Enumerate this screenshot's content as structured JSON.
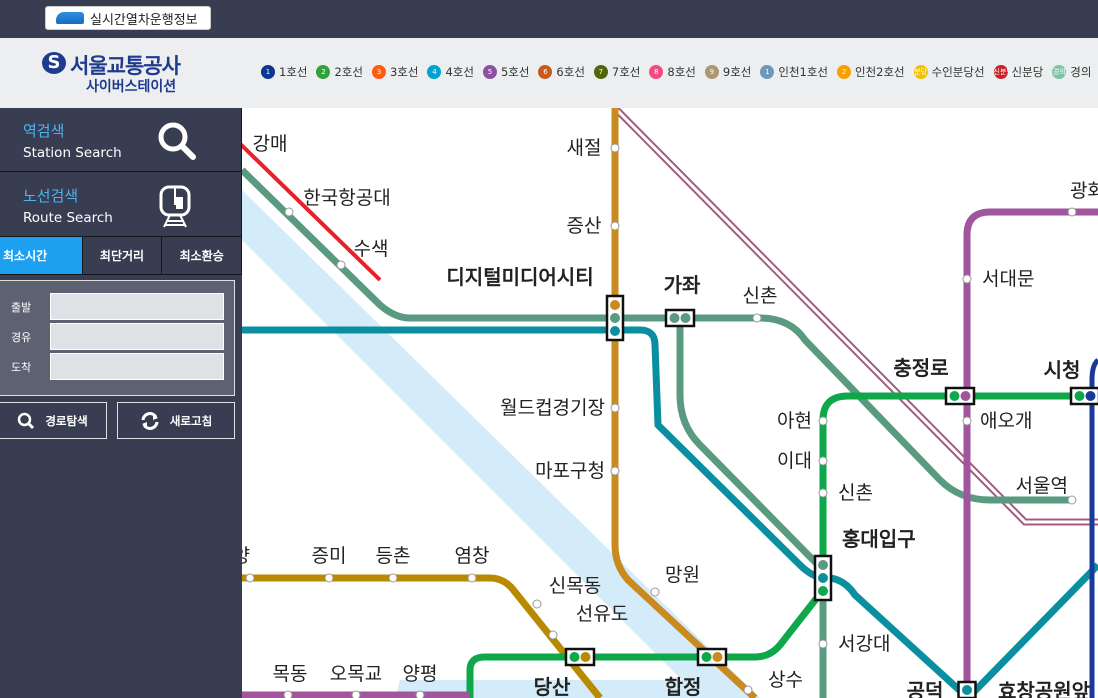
{
  "topbar": {
    "realtime_button": "실시간열차운행정보"
  },
  "logo": {
    "name": "서울교통공사",
    "subtitle": "사이버스테이션",
    "mark": "S"
  },
  "legend": [
    {
      "num": "1",
      "label": "1호선",
      "color": "#0d3692"
    },
    {
      "num": "2",
      "label": "2호선",
      "color": "#33a23d"
    },
    {
      "num": "3",
      "label": "3호선",
      "color": "#fe5d10"
    },
    {
      "num": "4",
      "label": "4호선",
      "color": "#00a2d1"
    },
    {
      "num": "5",
      "label": "5호선",
      "color": "#8b50a4"
    },
    {
      "num": "6",
      "label": "6호선",
      "color": "#c55c1d"
    },
    {
      "num": "7",
      "label": "7호선",
      "color": "#54640d"
    },
    {
      "num": "8",
      "label": "8호선",
      "color": "#f14c82"
    },
    {
      "num": "9",
      "label": "9호선",
      "color": "#aa9872"
    },
    {
      "num": "1",
      "label": "인천1호선",
      "color": "#6e98bb"
    },
    {
      "num": "2",
      "label": "인천2호선",
      "color": "#f5a200"
    },
    {
      "num": "분당",
      "label": "수인분당선",
      "color": "#f2c200"
    },
    {
      "num": "신분당",
      "label": "신분당",
      "color": "#c82127"
    },
    {
      "num": "경의",
      "label": "경의",
      "color": "#7cc4a5"
    }
  ],
  "sidebar": {
    "station_search": {
      "ko": "역검색",
      "en": "Station Search"
    },
    "route_search": {
      "ko": "노선검색",
      "en": "Route Search"
    },
    "tabs": [
      "최소시간",
      "최단거리",
      "최소환승"
    ],
    "fields": [
      {
        "label": "출발",
        "value": ""
      },
      {
        "label": "경유",
        "value": ""
      },
      {
        "label": "도착",
        "value": ""
      }
    ],
    "search_button": "경로탐색",
    "refresh_button": "새로고침"
  },
  "map": {
    "stations": [
      "강매",
      "한국항공대",
      "수색",
      "새절",
      "증산",
      "디지털미디어시티",
      "가좌",
      "신촌",
      "광화문",
      "서대문",
      "충정로",
      "시청",
      "애오개",
      "월드컵경기장",
      "마포구청",
      "아현",
      "이대",
      "신촌",
      "서울역",
      "홍대입구",
      "망원",
      "신목동",
      "선유도",
      "서강대",
      "상수",
      "당산",
      "합정",
      "공덕",
      "효창공원앞",
      "양",
      "증미",
      "등촌",
      "염창",
      "목동",
      "오목교",
      "양평"
    ]
  }
}
